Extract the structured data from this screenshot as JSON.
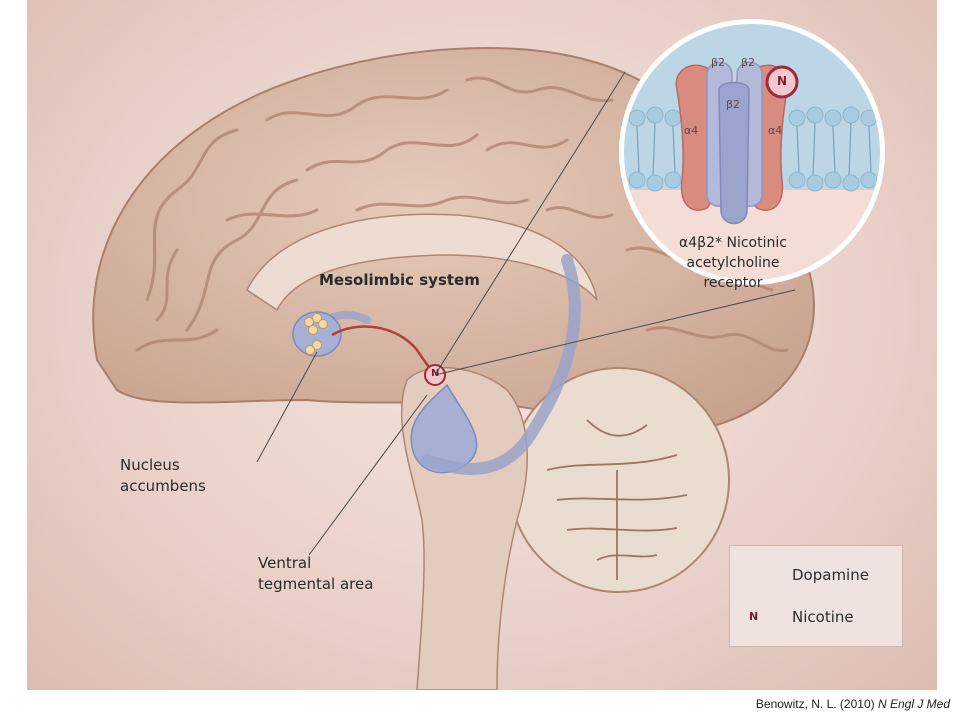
{
  "labels": {
    "mesolimbic": "Mesolimbic system",
    "nucleus_line1": "Nucleus",
    "nucleus_line2": "accumbens",
    "vta_line1": "Ventral",
    "vta_line2": "tegmental area",
    "receptor_line1": "α4β2* Nicotinic",
    "receptor_line2": "acetylcholine",
    "receptor_line3": "receptor",
    "subunit_b2_a": "β2",
    "subunit_b2_b": "β2",
    "subunit_b2_c": "β2",
    "subunit_a4_left": "α4",
    "subunit_a4_right": "α4",
    "nicotine_marker": "N"
  },
  "legend": {
    "dopamine": "Dopamine",
    "nicotine": "Nicotine",
    "nicotine_symbol": "N"
  },
  "caption": {
    "author": "Benowitz, N. L. (2010)",
    "journal": "N Engl J Med"
  },
  "colors": {
    "brain": "#d9b9a6",
    "cortex_gyri": "#c9a18d",
    "pathway": "#9aa3c9",
    "dopamine_path": "#b0403a",
    "nicotine_marker": "#c94a5a",
    "receptor_alpha": "#d98b80",
    "receptor_beta": "#9ba4cc",
    "membrane": "#a9cbe0"
  }
}
